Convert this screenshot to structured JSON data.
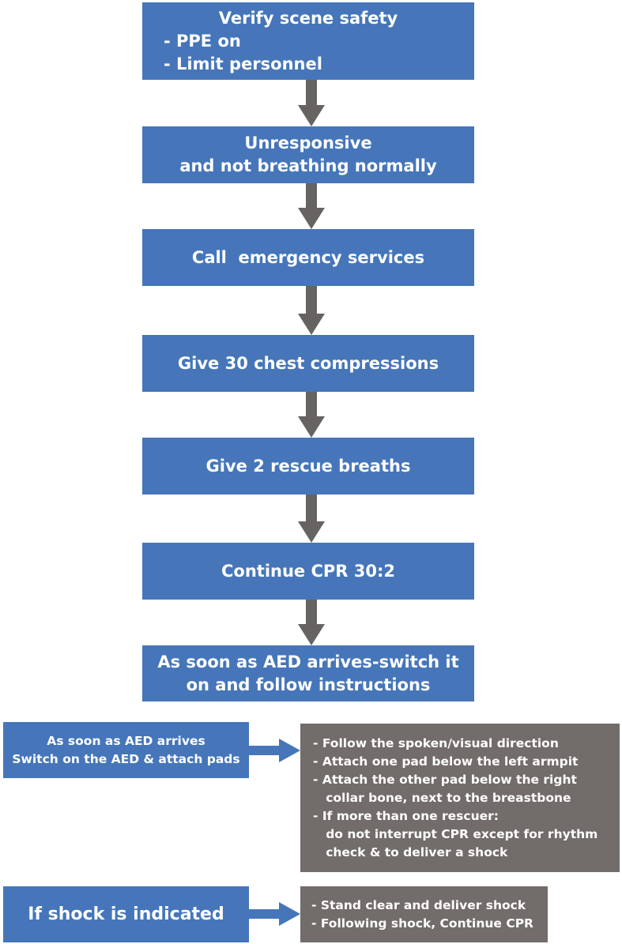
{
  "colors": {
    "step_box": "#4676b9",
    "info_box": "#726c6a",
    "arrow": "#666362",
    "side_arrow": "#4676b9",
    "text": "#ffffff"
  },
  "steps": [
    {
      "lines": [
        "Verify scene safety",
        "- PPE on",
        "- Limit personnel"
      ]
    },
    {
      "lines": [
        "Unresponsive",
        "and not breathing normally"
      ]
    },
    {
      "lines": [
        "Call  emergency services"
      ]
    },
    {
      "lines": [
        "Give 30 chest compressions"
      ]
    },
    {
      "lines": [
        "Give 2 rescue breaths"
      ]
    },
    {
      "lines": [
        "Continue CPR 30:2"
      ]
    },
    {
      "lines": [
        "As soon as AED arrives-switch it",
        "on and follow instructions"
      ]
    }
  ],
  "aed_action": {
    "lines": [
      "As soon as AED arrives",
      "Switch on the AED & attach pads"
    ]
  },
  "aed_instructions": {
    "lines": [
      "- Follow the spoken/visual direction",
      "- Attach one pad below the left armpit",
      "- Attach the other pad below the right",
      "   collar bone, next to the breastbone",
      "- If more than one rescuer:",
      "   do not interrupt CPR except for rhythm",
      "   check & to deliver a shock"
    ]
  },
  "shock_action": {
    "lines": [
      "If shock is indicated"
    ]
  },
  "shock_instructions": {
    "lines": [
      "- Stand clear and deliver shock",
      "- Following shock, Continue CPR"
    ]
  }
}
